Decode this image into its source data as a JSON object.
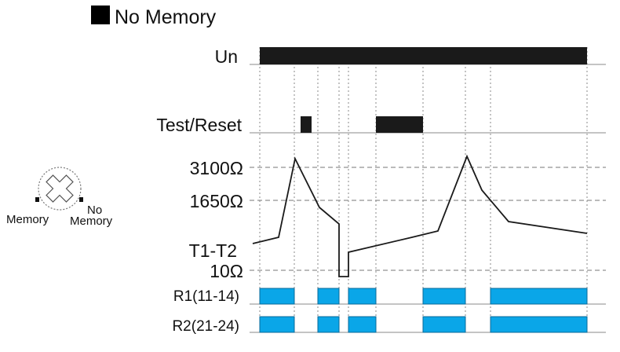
{
  "legend": {
    "swatch_color": "#000000",
    "label": "No Memory"
  },
  "knob": {
    "label_left": "Memory",
    "label_right_line1": "No",
    "label_right_line2": "Memory"
  },
  "rows": {
    "un": "Un",
    "test_reset": "Test/Reset",
    "r1": "R1(11-14)",
    "r2": "R2(21-24)"
  },
  "resistance_levels": {
    "high": "3100Ω",
    "mid": "1650Ω",
    "sensor": "T1-T2",
    "low": "10Ω"
  },
  "colors": {
    "signal": "#1a1a1a",
    "relay": "#0aa6e8",
    "relay_border": "#0b6a99",
    "grid": "#777777"
  }
}
